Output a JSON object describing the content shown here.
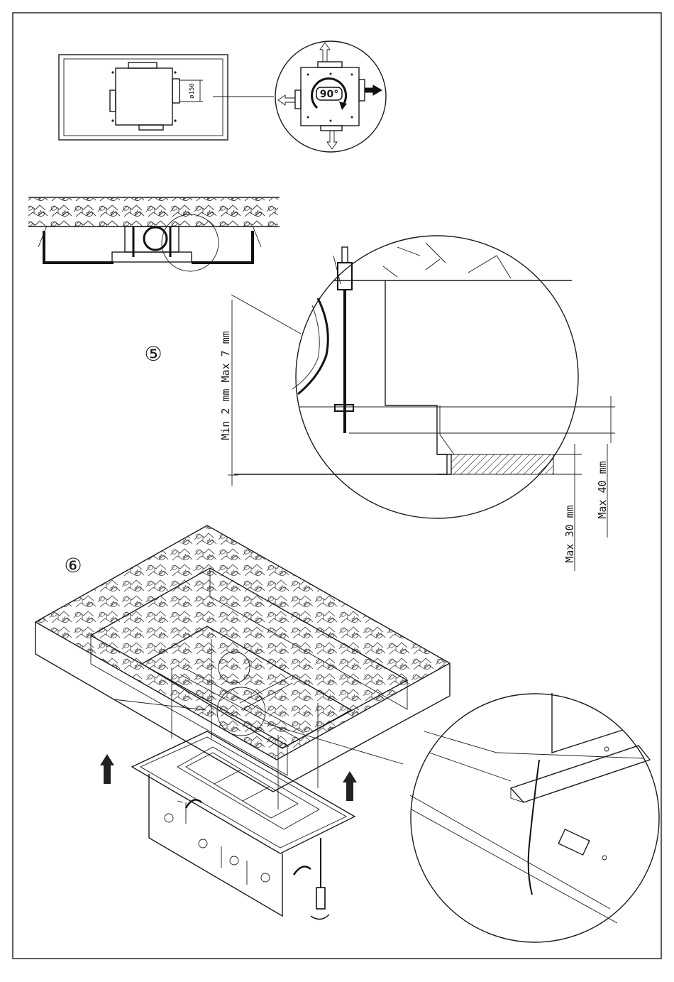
{
  "steps": {
    "step5": "⑤",
    "step6": "⑥"
  },
  "top_view": {
    "duct_label": "ø150",
    "rotation_label": "90°"
  },
  "dimensions": {
    "min_max_gap": "Min 2 mm Max 7 mm",
    "max_30": "Max 30 mm",
    "max_40": "Max 40 mm"
  }
}
